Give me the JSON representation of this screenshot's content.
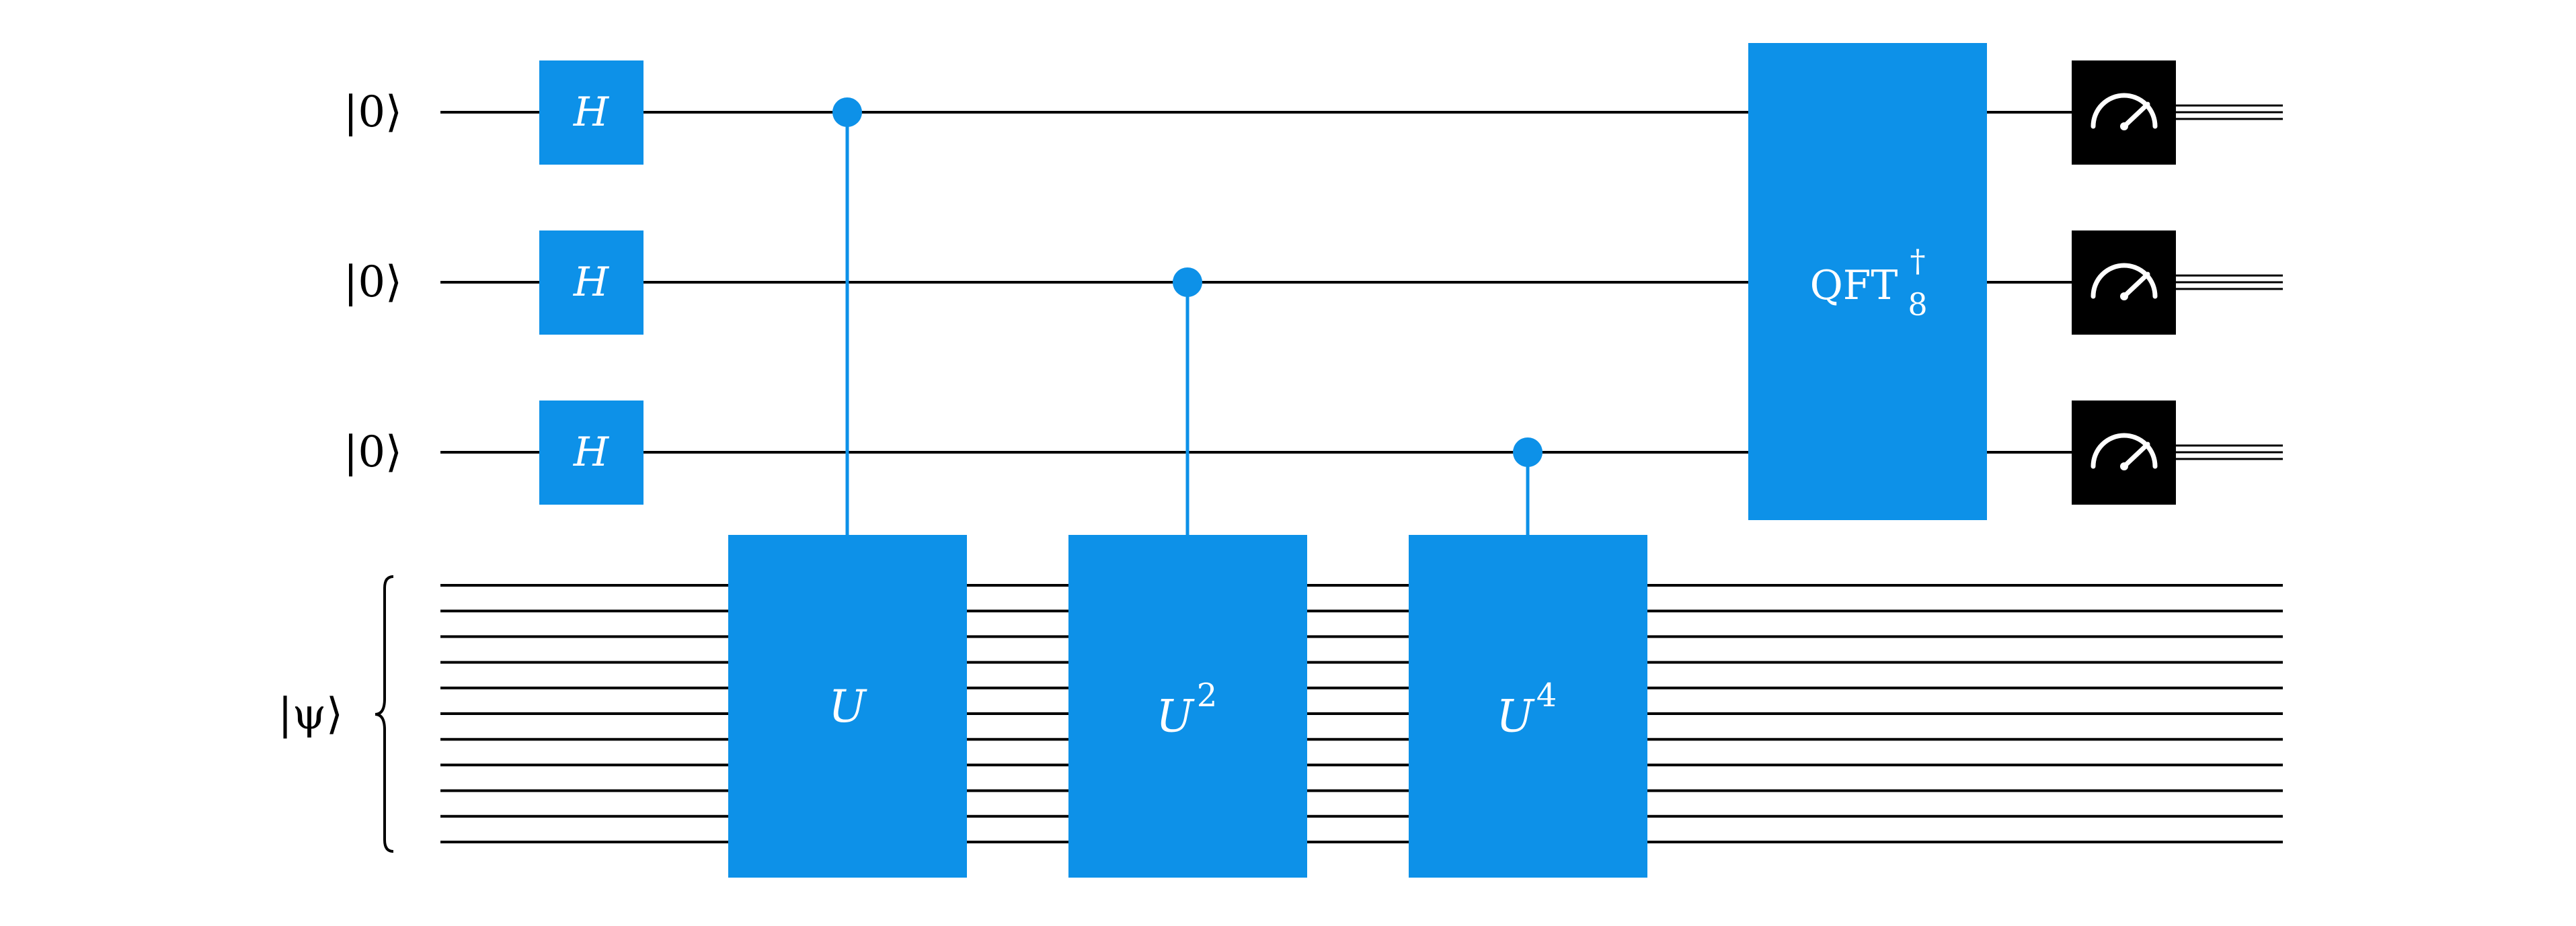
{
  "colors": {
    "gate": "#0d91e8",
    "measure": "#000000",
    "wire": "#000000",
    "gate_text": "#ffffff",
    "background": "#ffffff"
  },
  "qubits": [
    {
      "label": "|0⟩"
    },
    {
      "label": "|0⟩"
    },
    {
      "label": "|0⟩"
    }
  ],
  "register": {
    "label": "|ψ⟩",
    "wire_count": 11
  },
  "hadamard": {
    "label": "H"
  },
  "controlled_unitaries": [
    {
      "base": "U",
      "power": ""
    },
    {
      "base": "U",
      "power": "2"
    },
    {
      "base": "U",
      "power": "4"
    }
  ],
  "qft": {
    "base": "QFT",
    "sup": "†",
    "sub": "8"
  },
  "measurements": [
    {
      "icon": "meter-icon"
    },
    {
      "icon": "meter-icon"
    },
    {
      "icon": "meter-icon"
    }
  ]
}
